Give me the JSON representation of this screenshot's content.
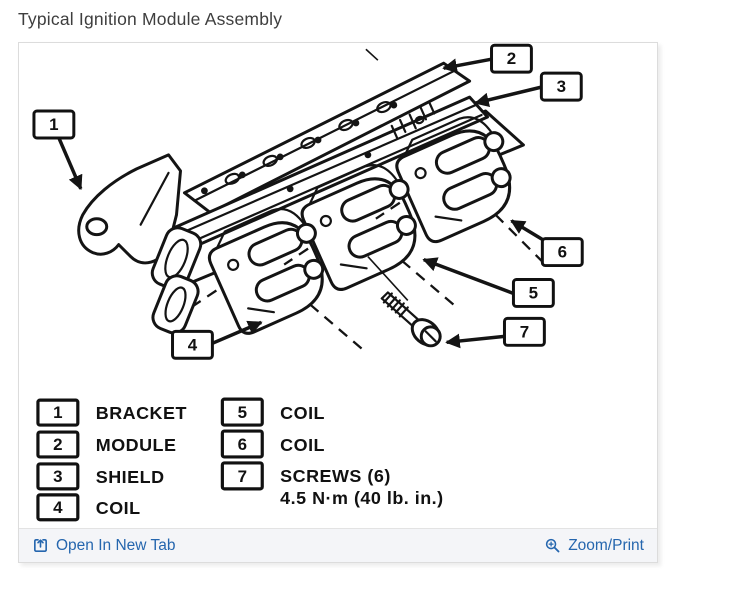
{
  "page": {
    "title": "Typical Ignition Module Assembly"
  },
  "legend": [
    {
      "num": "1",
      "label": "BRACKET"
    },
    {
      "num": "2",
      "label": "MODULE"
    },
    {
      "num": "3",
      "label": "SHIELD"
    },
    {
      "num": "4",
      "label": "COIL"
    },
    {
      "num": "5",
      "label": "COIL"
    },
    {
      "num": "6",
      "label": "COIL"
    },
    {
      "num": "7",
      "label": "SCREWS (6)",
      "label2": "4.5 N·m (40 lb. in.)"
    }
  ],
  "footer": {
    "open_in_new_tab": "Open In New Tab",
    "zoom_print": "Zoom/Print"
  },
  "icons": {
    "open_link": "open-in-new-tab-icon",
    "zoom_link": "magnifier-plus-icon"
  },
  "colors": {
    "link_blue": "#2566ae",
    "title_gray": "#3e3e3e",
    "ink_black": "#141414",
    "footer_bg": "#f4f5f8",
    "frame_border": "#dcdcdc"
  }
}
